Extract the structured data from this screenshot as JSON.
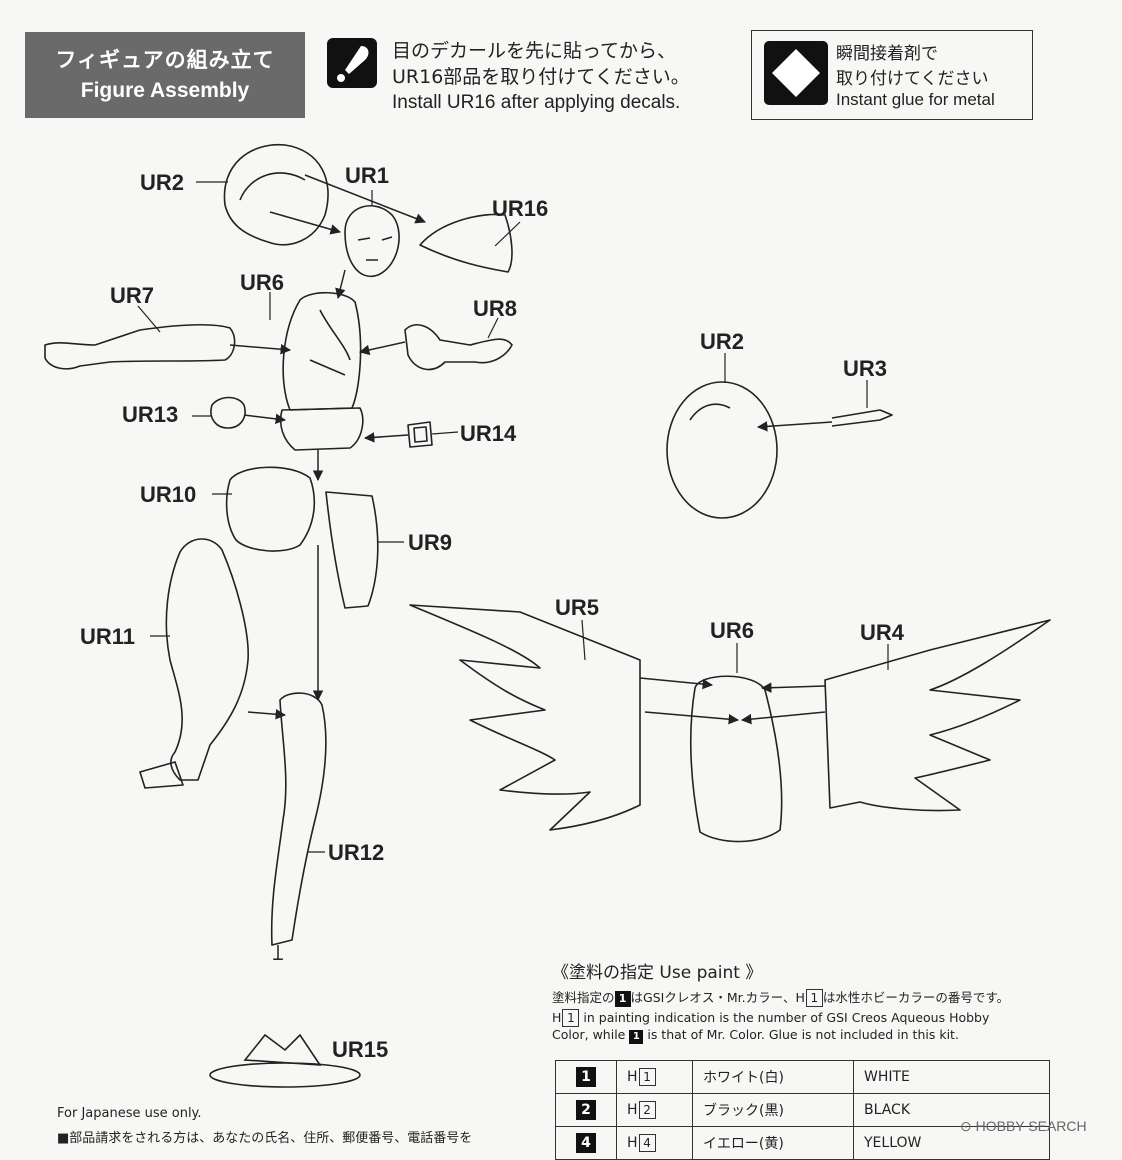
{
  "header": {
    "title_jp": "フィギュアの組み立て",
    "title_en": "Figure Assembly",
    "decal_note_jp_1": "目のデカールを先に貼ってから、",
    "decal_note_jp_2": "UR16部品を取り付けてください。",
    "decal_note_en": "Install UR16 after applying decals.",
    "glue_jp_1": "瞬間接着剤で",
    "glue_jp_2": "取り付けてください",
    "glue_en": "Instant glue for metal"
  },
  "parts": {
    "ur1": "UR1",
    "ur2": "UR2",
    "ur3": "UR3",
    "ur4": "UR4",
    "ur5": "UR5",
    "ur6": "UR6",
    "ur7": "UR7",
    "ur8": "UR8",
    "ur9": "UR9",
    "ur10": "UR10",
    "ur11": "UR11",
    "ur12": "UR12",
    "ur13": "UR13",
    "ur14": "UR14",
    "ur15": "UR15",
    "ur16": "UR16"
  },
  "paint": {
    "heading": "《塗料の指定 Use paint 》",
    "note_jp_a": "塗料指定の",
    "note_jp_b": "はGSIクレオス・Mr.カラー、H",
    "note_jp_c": "は水性ホビーカラーの番号です。",
    "note_en_1": "in painting indication is the number of GSI Creos Aqueous Hobby",
    "note_en_2a": "Color, while",
    "note_en_2b": "is that of Mr. Color. Glue is not included in this kit.",
    "rows": [
      {
        "num": "1",
        "h": "1",
        "jp": "ホワイト(白)",
        "en": "WHITE"
      },
      {
        "num": "2",
        "h": "2",
        "jp": "ブラック(黒)",
        "en": "BLACK"
      },
      {
        "num": "4",
        "h": "4",
        "jp": "イエロー(黄)",
        "en": "YELLOW"
      }
    ]
  },
  "footer": {
    "note1": "For Japanese use only.",
    "note2": "■部品請求をされる方は、あなたの氏名、住所、郵便番号、電話番号を"
  },
  "watermark": "HOBBY SEARCH"
}
